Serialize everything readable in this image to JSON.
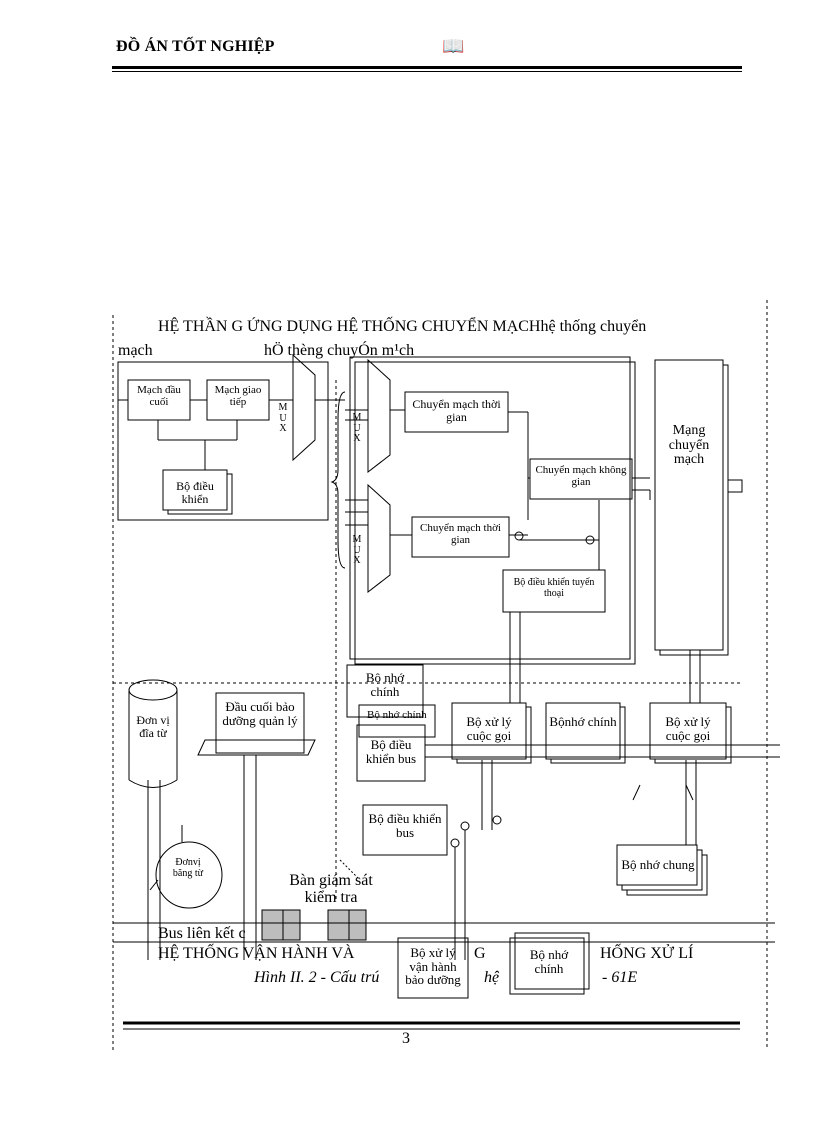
{
  "header": {
    "title": "ĐỒ ÁN TỐT NGHIỆP",
    "icon": "book-icon"
  },
  "figure": {
    "heading_line1": "HỆ THẦN G ỨNG DỤNG HỆ THỐNG CHUYỂN MẠCHhệ thống chuyển",
    "heading_line2_a": "mạch",
    "heading_line2_b": "hÖ thèng chuyÓn m¹ch",
    "blocks": {
      "mach_dau_cuoi": "Mạch đầu cuối",
      "mach_giao_tiep": "Mạch giao tiếp",
      "mux_left": "M U X",
      "bo_dieu_khien": "Bộ điều khiển",
      "mux_upper": "M U X",
      "mux_lower": "M U X",
      "chuyen_mach_tg_1": "Chuyển mạch thời gian",
      "chuyen_mach_kg": "Chuyển mạch không gian",
      "chuyen_mach_tg_2": "Chuyển mạch thời gian",
      "bo_dieu_khien_tuyen_thoai": "Bộ điều khiển tuyến thoại",
      "mang_chuyen_mach": "Mạng chuyển mạch",
      "bo_nho_chinh_1": "Bộ nhớ chính",
      "bo_nho_chinh_shadow": "Bộ nhớ chính",
      "bo_dieu_khien_bus_1": "Bộ điều khiển bus",
      "bo_xu_ly_cuoc_goi_1": "Bộ xử lý cuộc gọi",
      "bo_nho_chinh_2": "Bộnhớ chính",
      "bo_xu_ly_cuoc_goi_2": "Bộ xử lý cuộc gọi",
      "don_vi_dia_tu": "Đơn vị đĩa từ",
      "dau_cuoi_bao_duong": "Đầu cuối bảo dưỡng quản lý",
      "bo_dieu_khien_bus_2": "Bộ điều khiển bus",
      "bo_nho_chung": "Bộ nhớ chung",
      "don_vi_bang_tu": "Đơnvị băng từ",
      "ban_giam_sat": "Bàn giám sát kiểm tra",
      "bus_lien_ket": "Bus liên kết c",
      "system_label": "HỆ THỐNG VẬN HÀNH VÀ",
      "system_label_2": "G",
      "system_label_3": "HỐNG XỬ LÍ",
      "bo_xu_ly_van_hanh": "Bộ xử lý vận hành bảo dưỡng",
      "bo_nho_chinh_3": "Bộ nhớ chính"
    },
    "caption_a": "Hình II. 2 - Cấu trú",
    "caption_b": "hệ",
    "caption_c": "- 61E"
  },
  "footer": {
    "page_number": "3"
  }
}
